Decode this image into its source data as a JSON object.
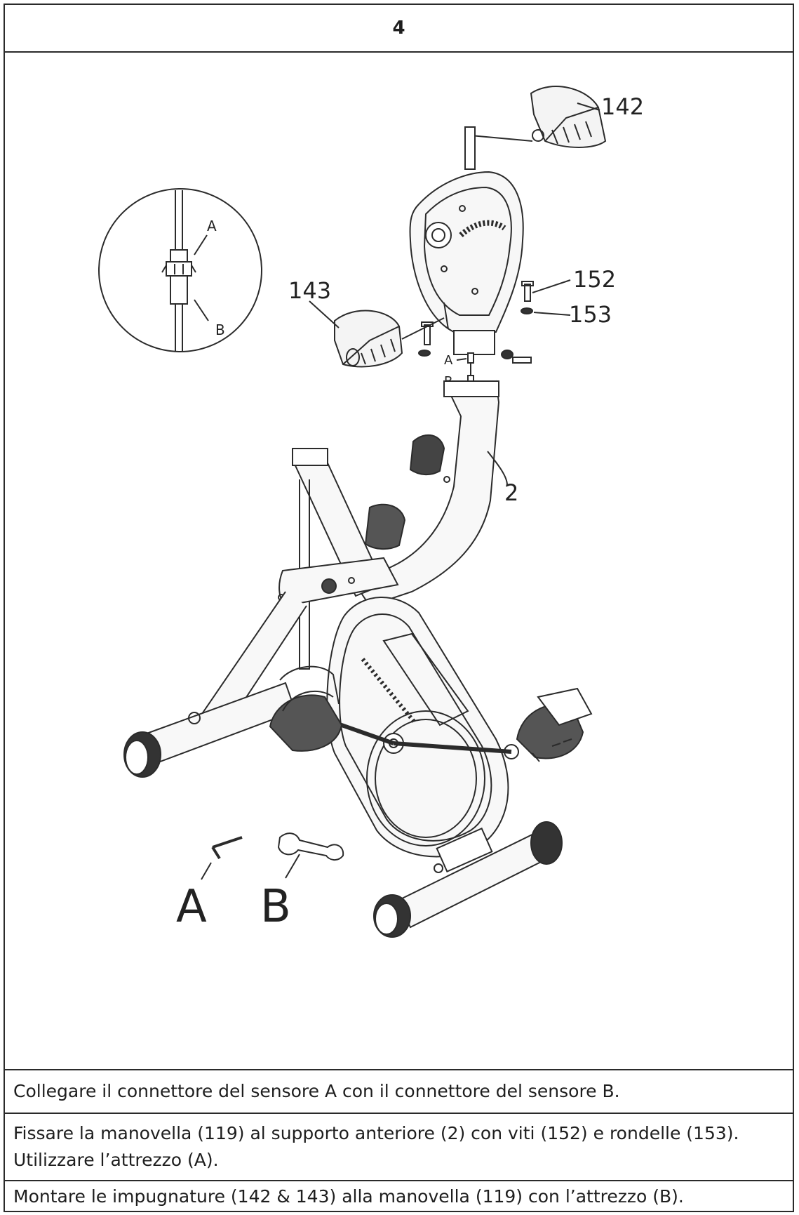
{
  "step": {
    "number": "4"
  },
  "labels": {
    "part_142": "142",
    "part_143": "143",
    "part_152": "152",
    "part_153": "153",
    "part_2": "2",
    "detail_a": "A",
    "detail_b": "B",
    "conn_a": "A",
    "conn_b": "B",
    "tool_a": "A",
    "tool_b": "B"
  },
  "instructions": [
    "Collegare il connettore del sensore A con il connettore del sensore B.",
    "Fissare la manovella (119) al supporto anteriore (2) con viti (152) e rondelle (153). Utilizzare l’attrezzo (A).",
    "Montare le impugnature (142 & 143) alla manovella (119) con l’attrezzo (B)."
  ]
}
